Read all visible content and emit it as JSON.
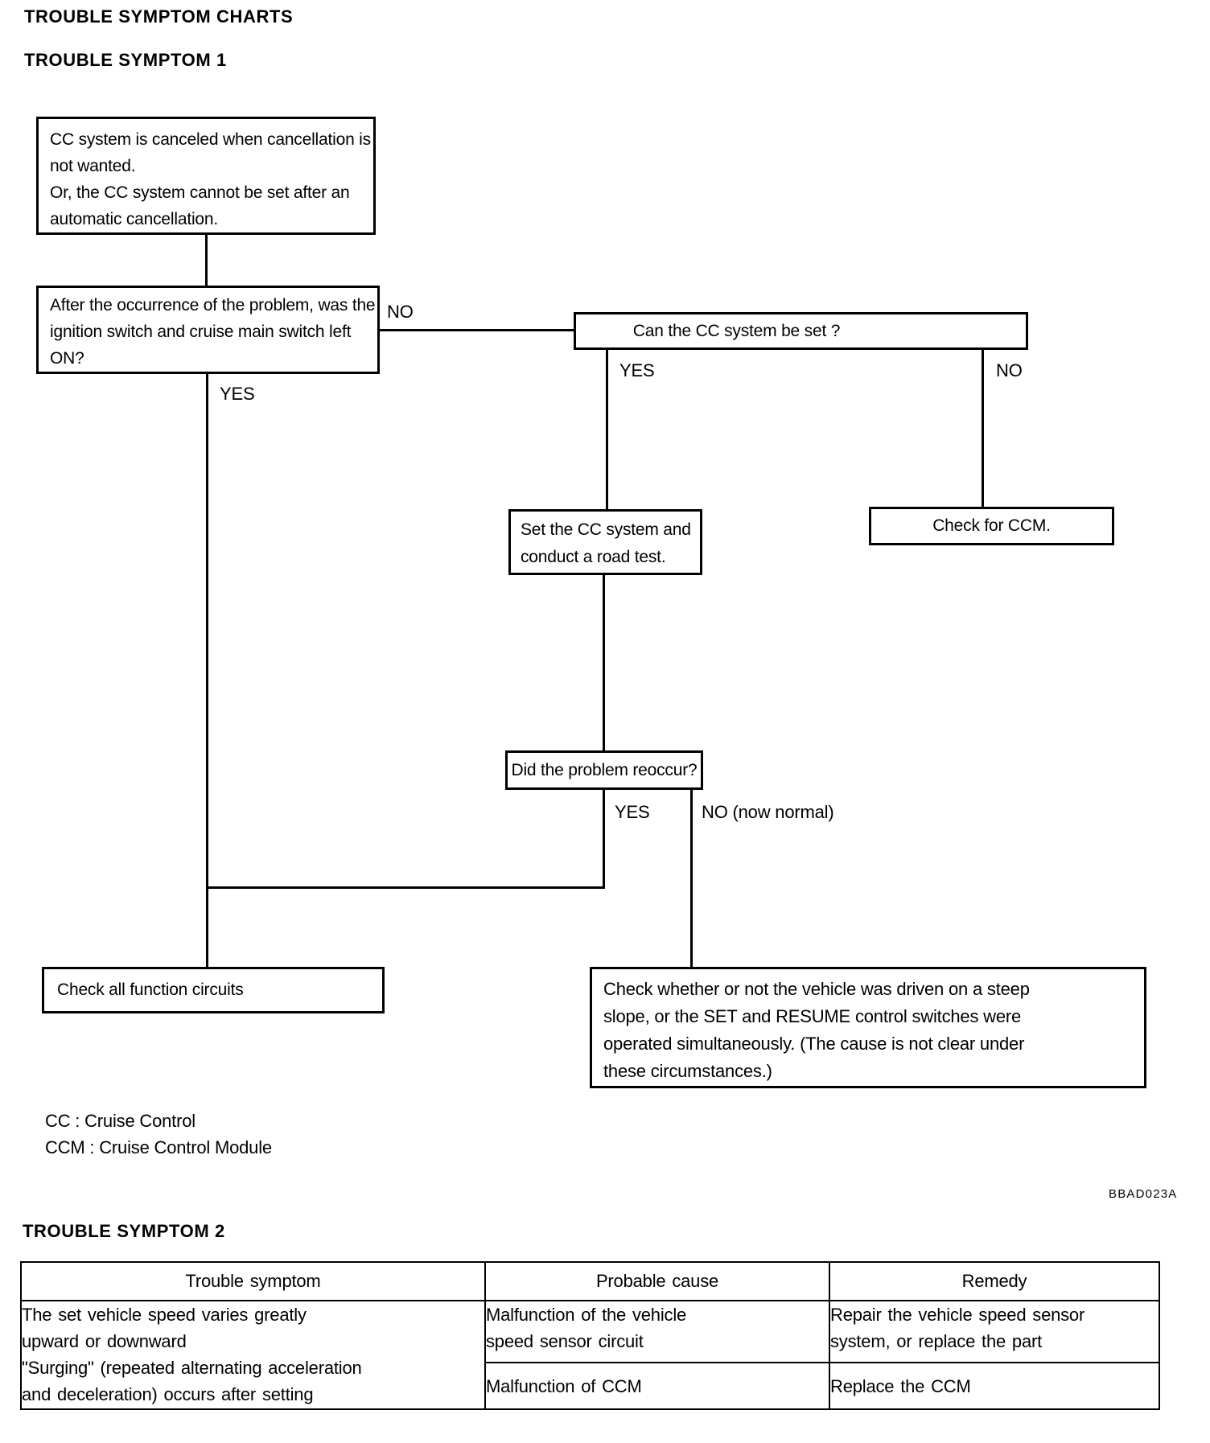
{
  "page": {
    "title": "TROUBLE SYMPTOM CHARTS",
    "section1_heading": "TROUBLE SYMPTOM 1",
    "section2_heading": "TROUBLE SYMPTOM 2",
    "figure_code": "BBAD023A"
  },
  "flowchart": {
    "symptom_box": "CC system is canceled when cancellation is\nnot wanted.\nOr, the CC system cannot be set after an\nautomatic cancellation.",
    "ignition_question": "After the occurrence of the problem, was the\nignition switch and cruise main switch left\nON?",
    "can_set_question": "Can the CC system be set ?",
    "road_test_action": "Set the CC system and\nconduct a road test.",
    "check_ccm_action": "Check for CCM.",
    "reoccur_question": "Did the problem reoccur?",
    "check_circuits_action": "Check all function circuits",
    "steep_slope_action": "Check whether or not the vehicle was driven on a steep\nslope, or the SET and RESUME control switches were\noperated simultaneously. (The cause is not clear under\nthese circumstances.)",
    "labels": {
      "ignition_no": "NO",
      "ignition_yes": "YES",
      "can_set_yes": "YES",
      "can_set_no": "NO",
      "reoccur_yes": "YES",
      "reoccur_no": "NO (now normal)"
    }
  },
  "legend": {
    "line1": "CC : Cruise Control",
    "line2": "CCM : Cruise Control Module"
  },
  "table": {
    "headers": [
      "Trouble symptom",
      "Probable cause",
      "Remedy"
    ],
    "symptom": "The set vehicle speed varies greatly\nupward or downward\n\"Surging\" (repeated alternating acceleration\nand deceleration) occurs after setting",
    "rows": [
      {
        "cause": "Malfunction of the vehicle\nspeed sensor circuit",
        "remedy": "Repair the vehicle speed sensor\nsystem, or replace the part"
      },
      {
        "cause": "Malfunction of CCM",
        "remedy": "Replace the CCM"
      }
    ]
  }
}
